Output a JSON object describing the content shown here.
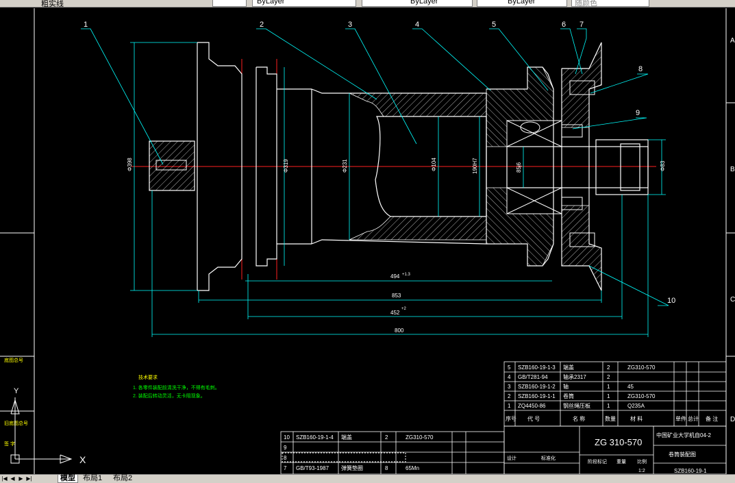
{
  "toolbar": {
    "layer_label": "粗实线",
    "field_values": [
      "ByLayer",
      "ByLayer",
      "ByLayer",
      "随颜色"
    ]
  },
  "drawing": {
    "part_numbers": [
      "1",
      "2",
      "3",
      "4",
      "5",
      "6",
      "7",
      "8",
      "9",
      "10"
    ],
    "dims": {
      "d398": "Φ398",
      "d319": "Φ319",
      "d231": "Φ231",
      "d104": "Φ104",
      "d190h7": "190H7",
      "d85j6": "85j6",
      "d83": "Φ83",
      "l494": "494",
      "l494_tol": "+1.3",
      "l853": "853",
      "l452": "452",
      "l452_tol": "+2",
      "l800": "800"
    },
    "tech_title": "技术要求",
    "tech_notes": [
      "1. 各零件装配前清洗干净，不得有毛刺。",
      "2. 装配后转动灵活，无卡阻现象。"
    ],
    "side_labels": {
      "a": "A",
      "b": "B",
      "c": "C",
      "d": "D"
    },
    "left_column_labels": [
      "底图总号",
      "旧底图总号",
      "签 字"
    ]
  },
  "bom_right": {
    "rows": [
      {
        "no": "5",
        "code": "SZB160-19-1-3",
        "name": "端盖",
        "qty": "2",
        "material": "ZG310-570"
      },
      {
        "no": "4",
        "code": "GB/T281-94",
        "name": "轴承2317",
        "qty": "2",
        "material": ""
      },
      {
        "no": "3",
        "code": "SZB160-19-1-2",
        "name": "轴",
        "qty": "1",
        "material": "45"
      },
      {
        "no": "2",
        "code": "SZB160-19-1-1",
        "name": "卷筒",
        "qty": "1",
        "material": "ZG310-570"
      },
      {
        "no": "1",
        "code": "ZQ4450-86",
        "name": "钢丝绳压板",
        "qty": "1",
        "material": "Q235A"
      }
    ],
    "header": [
      "序号",
      "代 号",
      "名 称",
      "数量",
      "材 料",
      "单件",
      "总计",
      "备 注"
    ]
  },
  "bom_left": {
    "rows": [
      {
        "no": "10",
        "code": "SZB160-19-1-4",
        "name": "端盖",
        "qty": "2",
        "material": "ZG310-570"
      },
      {
        "no": "9",
        "code": "",
        "name": "",
        "qty": "",
        "material": ""
      },
      {
        "no": "8",
        "code": "",
        "name": "",
        "qty": "",
        "material": ""
      },
      {
        "no": "7",
        "code": "GB/T93-1987",
        "name": "弹簧垫圈",
        "qty": "8",
        "material": "65Mn"
      }
    ]
  },
  "title_block": {
    "material": "ZG 310-570",
    "school": "中国矿业大学机自04-2",
    "drawing_name": "卷筒装配图",
    "drawing_no": "SZB160-19-1",
    "scale_row": [
      "阶段标记",
      "重量",
      "比例"
    ],
    "scale_value": "1:2",
    "designer_row": [
      "设计",
      "标准化"
    ]
  },
  "ucs": {
    "x": "X",
    "y": "Y"
  },
  "tabs": {
    "model": "模型",
    "layout1": "布局1",
    "layout2": "布局2"
  },
  "colors": {
    "background": "#000000",
    "outline": "#ffffff",
    "dimension": "#00ffff",
    "centerline": "#ff2020",
    "hatch": "#ffffff",
    "text_yellow": "#ffff00",
    "text_green": "#00ff00"
  }
}
